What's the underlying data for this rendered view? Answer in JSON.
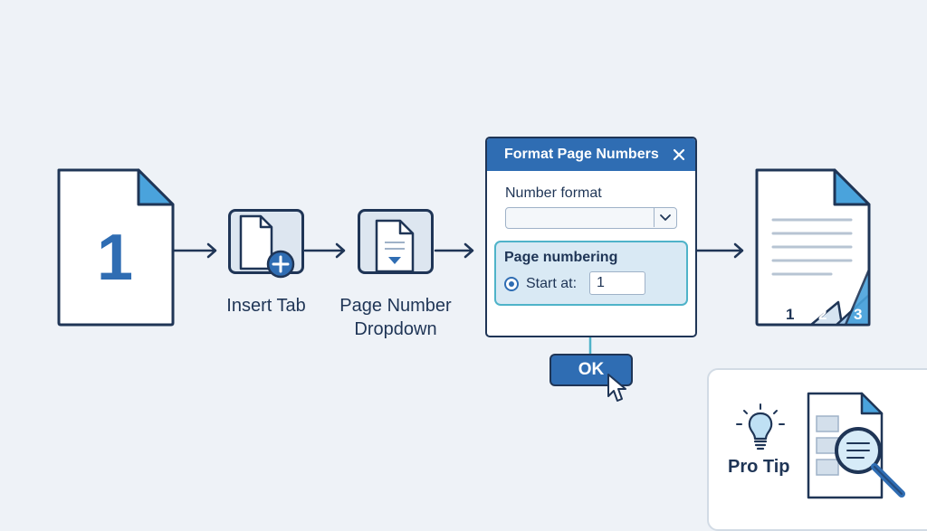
{
  "steps": {
    "start_page_number": "1",
    "insert_tab_label": "Insert Tab",
    "page_number_dropdown_line1": "Page Number",
    "page_number_dropdown_line2": "Dropdown"
  },
  "dialog": {
    "title": "Format Page Numbers",
    "number_format_label": "Number format",
    "number_format_value": "",
    "page_numbering_label": "Page numbering",
    "start_at_label": "Start at:",
    "start_at_value": "1",
    "ok_label": "OK"
  },
  "result": {
    "page_labels": [
      "1",
      "2",
      "3"
    ]
  },
  "tip": {
    "label": "Pro Tip"
  },
  "colors": {
    "background": "#eef2f7",
    "ink": "#1f3556",
    "accent": "#2f6db3",
    "corner_fold": "#4aa3dc",
    "highlight_border": "#4fb3c9"
  },
  "icons": [
    "document-icon",
    "new-document-icon",
    "dropdown-document-icon",
    "close-icon",
    "chevron-down-icon",
    "cursor-icon",
    "lightbulb-icon",
    "magnifier-icon"
  ]
}
